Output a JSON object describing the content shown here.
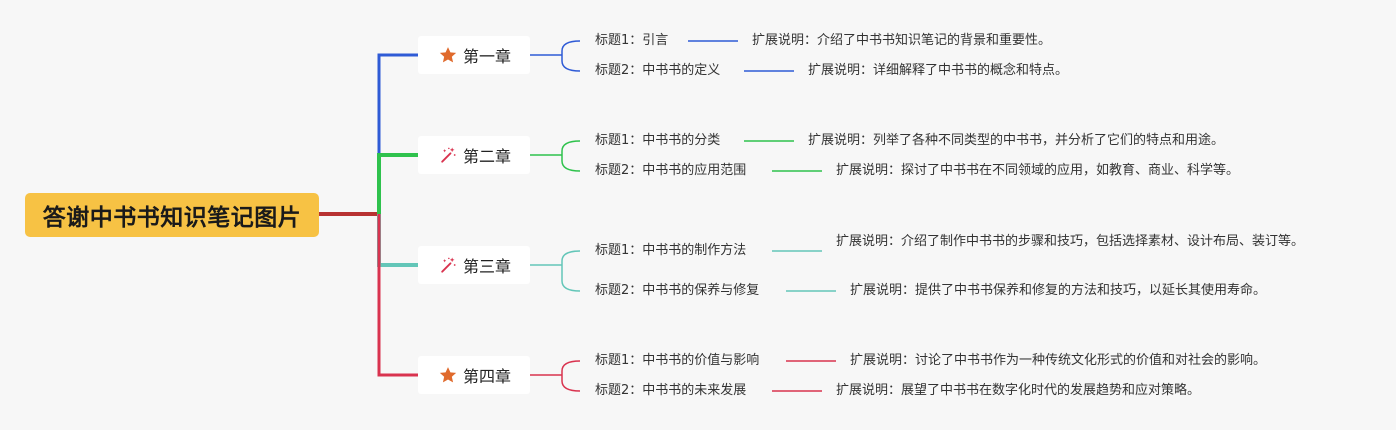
{
  "root": {
    "title": "答谢中书书知识笔记图片"
  },
  "colors": {
    "root_bg": "#f7c244",
    "root_link": "#b83232",
    "ch1": "#2f5bd6",
    "ch2": "#2fc24d",
    "ch3": "#63c6b8",
    "ch4": "#d9334f",
    "star_icon": "#e06a2c",
    "wand_icon": "#d9334f"
  },
  "chapters": [
    {
      "label": "第一章",
      "icon": "star-icon",
      "topics": [
        {
          "title": "标题1：引言",
          "desc": "扩展说明：介绍了中书书知识笔记的背景和重要性。"
        },
        {
          "title": "标题2：中书书的定义",
          "desc": "扩展说明：详细解释了中书书的概念和特点。"
        }
      ]
    },
    {
      "label": "第二章",
      "icon": "magic-wand-icon",
      "topics": [
        {
          "title": "标题1：中书书的分类",
          "desc": "扩展说明：列举了各种不同类型的中书书，并分析了它们的特点和用途。"
        },
        {
          "title": "标题2：中书书的应用范围",
          "desc": "扩展说明：探讨了中书书在不同领域的应用，如教育、商业、科学等。"
        }
      ]
    },
    {
      "label": "第三章",
      "icon": "magic-wand-icon",
      "topics": [
        {
          "title": "标题1：中书书的制作方法",
          "desc": "扩展说明：介绍了制作中书书的步骤和技巧，包括选择素材、设计布局、装订等。"
        },
        {
          "title": "标题2：中书书的保养与修复",
          "desc": "扩展说明：提供了中书书保养和修复的方法和技巧，以延长其使用寿命。"
        }
      ]
    },
    {
      "label": "第四章",
      "icon": "star-icon",
      "topics": [
        {
          "title": "标题1：中书书的价值与影响",
          "desc": "扩展说明：讨论了中书书作为一种传统文化形式的价值和对社会的影响。"
        },
        {
          "title": "标题2：中书书的未来发展",
          "desc": "扩展说明：展望了中书书在数字化时代的发展趋势和应对策略。"
        }
      ]
    }
  ]
}
